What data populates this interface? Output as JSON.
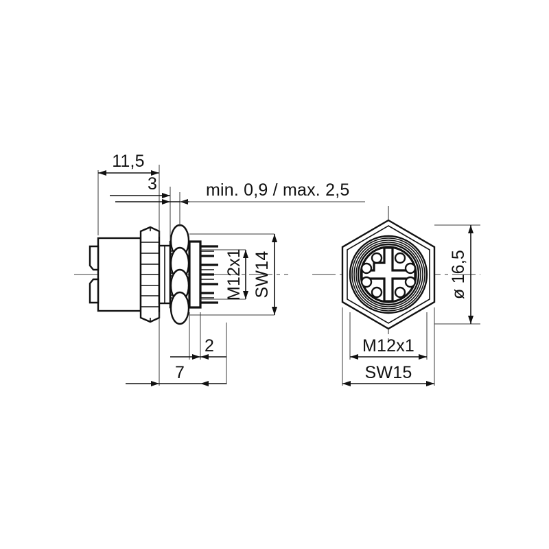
{
  "drawing": {
    "title": "M12x1 8-pole panel-mount connector dimensional drawing",
    "background_color": "#ffffff",
    "line_color": "#111111",
    "views": {
      "side": {
        "name": "side-section-view",
        "description": "Side view of panel mount M12 connector with knurled nut, o-ring, threaded body and solder pins"
      },
      "front": {
        "name": "front-face-view",
        "description": "Front face view of 8-pole M12 connector showing hexagon nut, thread and 8 contacts with cross-shaped keying"
      }
    },
    "dimensions": {
      "overall_length": "11,5",
      "flange_to_thread": "3",
      "panel_thickness": "min. 0,9 / max. 2,5",
      "thread_label_side": "M12x1",
      "wrench_size_side": "SW14",
      "pin_offset": "2",
      "thread_length": "7",
      "thread_label_front": "M12x1",
      "wrench_size_front": "SW15",
      "face_diameter": "ø 16,5"
    }
  }
}
